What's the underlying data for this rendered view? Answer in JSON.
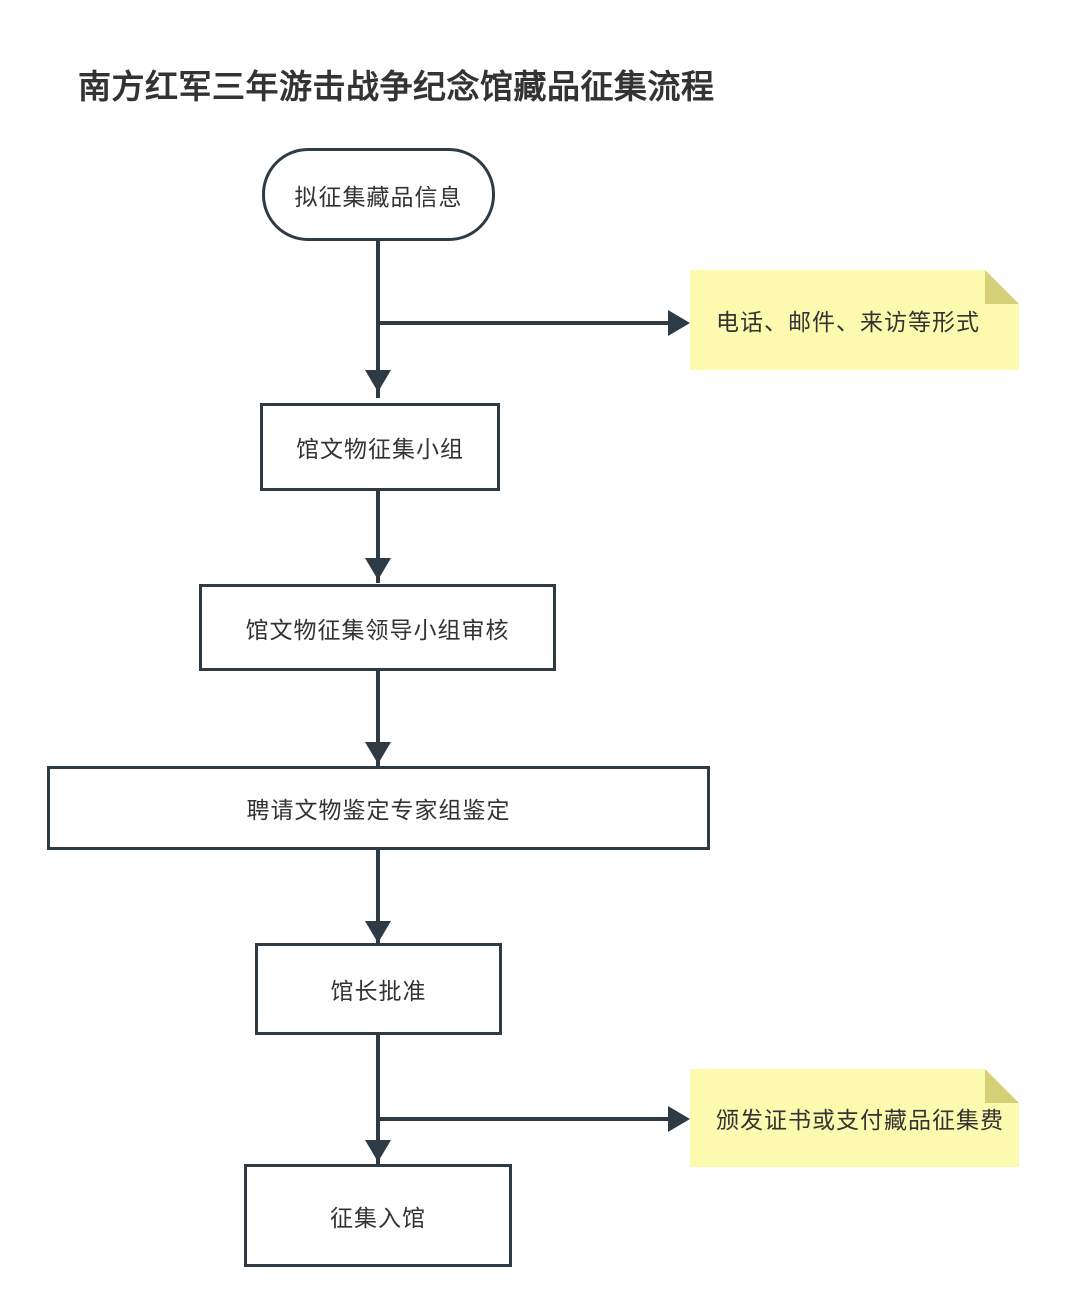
{
  "diagram": {
    "title": "南方红军三年游击战争纪念馆藏品征集流程",
    "type": "flowchart",
    "orientation": "top-to-bottom",
    "colors": {
      "node_border": "#2e3b45",
      "node_fill": "#ffffff",
      "text": "#333333",
      "note_fill": "#fbfaae",
      "note_fold": "#d6d178",
      "connector": "#2e3b45",
      "background": "#ffffff"
    },
    "nodes": [
      {
        "id": "n1",
        "shape": "terminator",
        "label": "拟征集藏品信息"
      },
      {
        "id": "n2",
        "shape": "rectangle",
        "label": "馆文物征集小组"
      },
      {
        "id": "n3",
        "shape": "rectangle",
        "label": "馆文物征集领导小组审核"
      },
      {
        "id": "n4",
        "shape": "rectangle",
        "label": "聘请文物鉴定专家组鉴定"
      },
      {
        "id": "n5",
        "shape": "rectangle",
        "label": "馆长批准"
      },
      {
        "id": "n6",
        "shape": "rectangle",
        "label": "征集入馆"
      }
    ],
    "notes": [
      {
        "id": "note1",
        "label": "电话、邮件、来访等形式",
        "attached_to": "n1"
      },
      {
        "id": "note2",
        "label": "颁发证书或支付藏品征集费",
        "attached_to": "n5"
      }
    ],
    "edges": [
      {
        "from": "n1",
        "to": "n2",
        "direction": "down"
      },
      {
        "from": "n1",
        "to": "note1",
        "direction": "right"
      },
      {
        "from": "n2",
        "to": "n3",
        "direction": "down"
      },
      {
        "from": "n3",
        "to": "n4",
        "direction": "down"
      },
      {
        "from": "n4",
        "to": "n5",
        "direction": "down"
      },
      {
        "from": "n5",
        "to": "n6",
        "direction": "down"
      },
      {
        "from": "n5",
        "to": "note2",
        "direction": "right"
      }
    ]
  }
}
